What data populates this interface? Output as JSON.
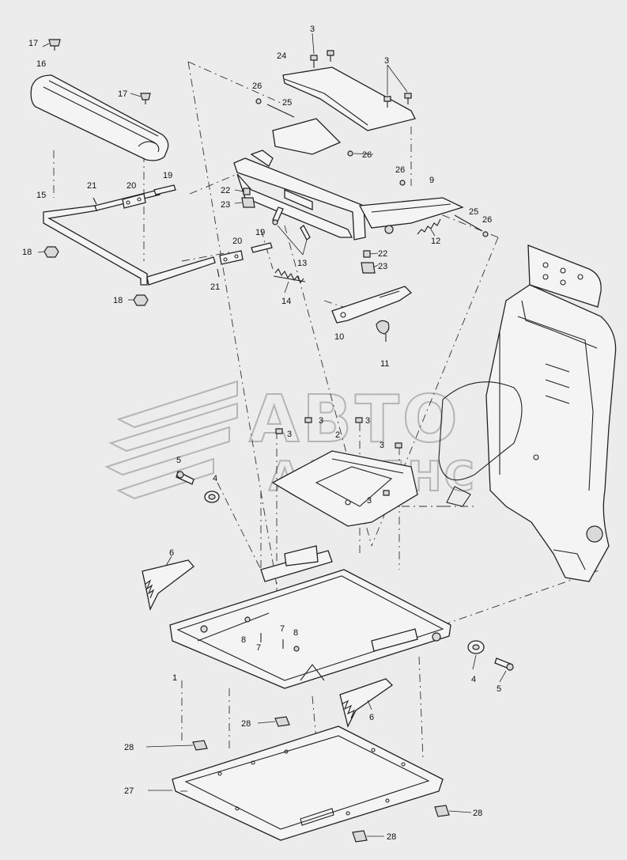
{
  "watermark": {
    "line1": "АВТО",
    "line2": "АЛЬЯНС"
  },
  "callouts": [
    "1",
    "2",
    "3",
    "4",
    "5",
    "6",
    "7",
    "8",
    "10",
    "11",
    "12",
    "13",
    "14",
    "15",
    "16",
    "17",
    "18",
    "19",
    "20",
    "21",
    "22",
    "23",
    "24",
    "25",
    "26",
    "27",
    "28",
    "9"
  ],
  "labels": {
    "c17a": "17",
    "c16": "16",
    "c17b": "17",
    "c15": "15",
    "c18a": "18",
    "c18b": "18",
    "c21a": "21",
    "c20a": "20",
    "c19a": "19",
    "c20b": "20",
    "c19b": "19",
    "c21b": "21",
    "c22a": "22",
    "c23a": "23",
    "c13": "13",
    "c14": "14",
    "c24": "24",
    "c26a": "26",
    "c25a": "25",
    "c3a": "3",
    "c3b": "3",
    "c26b": "26",
    "c26c": "26",
    "c9": "9",
    "c25b": "25",
    "c26d": "26",
    "c12": "12",
    "c22b": "22",
    "c23b": "23",
    "c10": "10",
    "c11": "11",
    "c3c": "3",
    "c3d": "3",
    "c3e": "3",
    "c2": "2",
    "c3f": "3",
    "c3g": "3",
    "c5a": "5",
    "c4a": "4",
    "c6a": "6",
    "c1": "1",
    "c8a": "8",
    "c7a": "7",
    "c7b": "7",
    "c8b": "8",
    "c4b": "4",
    "c5b": "5",
    "c6b": "6",
    "c28a": "28",
    "c28b": "28",
    "c27": "27",
    "c28c": "28",
    "c28d": "28"
  }
}
